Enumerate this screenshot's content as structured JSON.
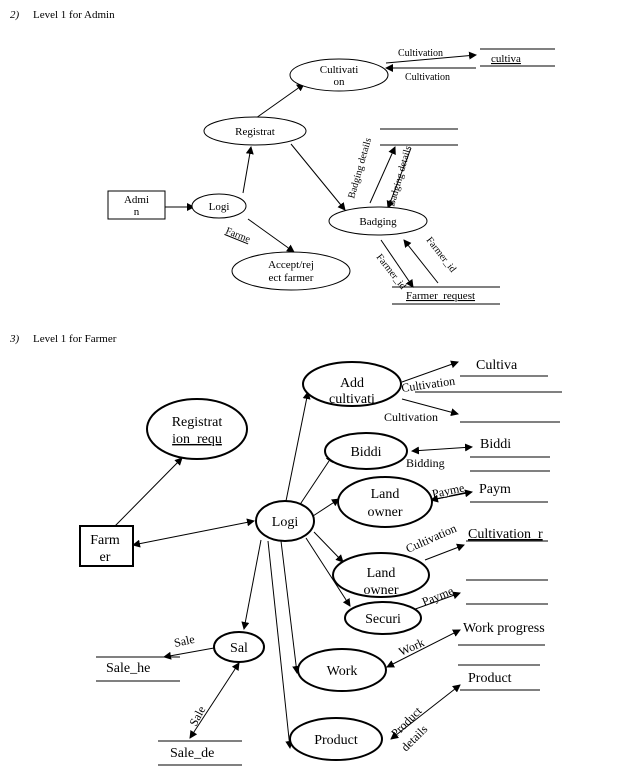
{
  "sections": [
    {
      "number": "2)",
      "title": "Level 1 for Admin"
    },
    {
      "number": "3)",
      "title": "Level 1 for Farmer"
    }
  ],
  "admin": {
    "entities": {
      "admin": [
        "Admi",
        "n"
      ]
    },
    "processes": {
      "cultivation": [
        "Cultivati",
        "on"
      ],
      "registration": [
        "Registrat"
      ],
      "login": [
        "Logi"
      ],
      "badging": [
        "Badging"
      ],
      "accept_reject": [
        "Accept/rej",
        "ect farmer"
      ]
    },
    "stores": {
      "cultiva": "cultiva",
      "farmer_request": "Farmer_request"
    },
    "flows": {
      "cultivation_out": "Cultivation",
      "cultivation_in": "Cultivation",
      "badging_details_1": "Badging details",
      "badging_details_2": "Badging details",
      "farmer_id_1": "Farmer_id",
      "farmer_id_2": "Farmer_id",
      "farme": "Farme"
    }
  },
  "farmer": {
    "entities": {
      "farmer": [
        "Farm",
        "er"
      ]
    },
    "processes": {
      "add_cultivation": [
        "Add",
        "cultivati"
      ],
      "registration_request": [
        "Registrat",
        "ion_requ"
      ],
      "bidding": [
        "Biddi"
      ],
      "land_owner_1": [
        "Land",
        "owner"
      ],
      "login": [
        "Logi"
      ],
      "land_owner_2": [
        "Land",
        "owner"
      ],
      "security": [
        "Securi"
      ],
      "sale": [
        "Sal"
      ],
      "work": [
        "Work"
      ],
      "product": [
        "Product"
      ]
    },
    "stores": {
      "cultiva": "Cultiva",
      "biddi": "Biddi",
      "paym": "Paym",
      "cultivation_r": "Cultivation_r",
      "work_progress": "Work progress",
      "product": "Product",
      "sale_he": "Sale_he",
      "sale_de": "Sale_de"
    },
    "flows": {
      "cultivation_1": "Cultivation",
      "cultivation_2": "Cultivation",
      "bidding": "Bidding",
      "payme_1": "Payme",
      "cultivation_3": "Cultivation",
      "payme_2": "Payme",
      "work": "Work",
      "product_details": [
        "Product",
        "details"
      ],
      "sale_1": "Sale",
      "sale_2": "Sale"
    }
  }
}
